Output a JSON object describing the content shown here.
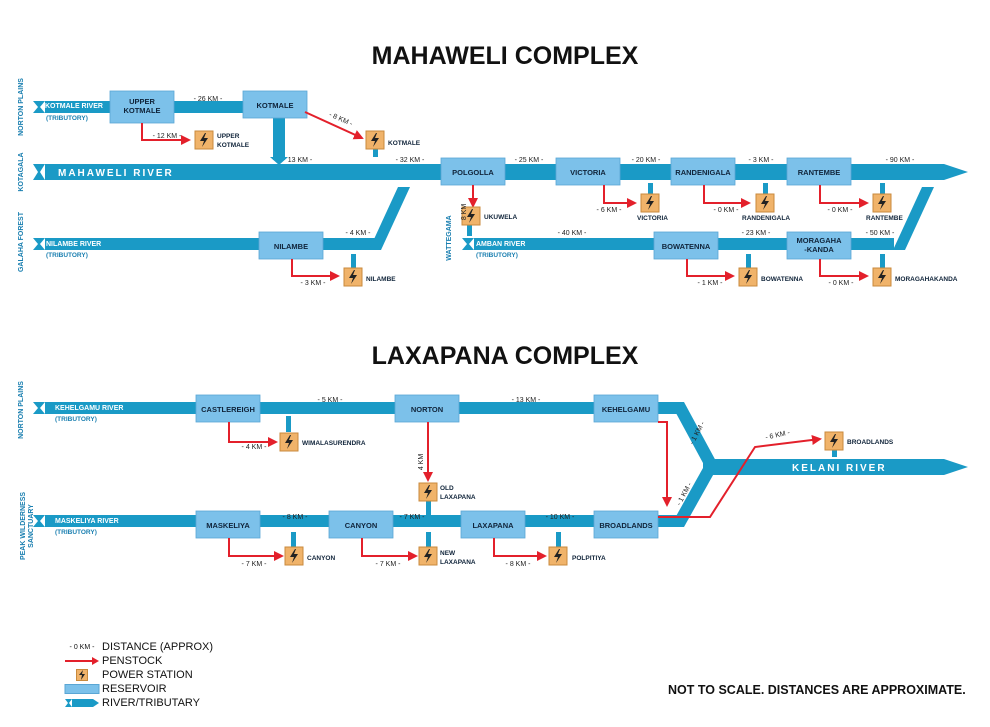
{
  "titles": {
    "mahaweli": "MAHAWELI COMPLEX",
    "laxapana": "LAXAPANA COMPLEX"
  },
  "colors": {
    "river": "#1a9ac6",
    "reservoir": "#7cc1ea",
    "penstock": "#e3202b",
    "power": "#f0b36a",
    "text_on_river": "#ffffff"
  },
  "mahaweli": {
    "side_labels": [
      "NORTON PLAINS",
      "KOTAGALA",
      "GALAHA FOREST",
      "WATTEGAMA"
    ],
    "rivers": [
      {
        "name": "KOTMALE RIVER",
        "sub": "(TRIBUTORY)"
      },
      {
        "name": "MAHAWELI RIVER"
      },
      {
        "name": "NILAMBE RIVER",
        "sub": "(TRIBUTORY)"
      },
      {
        "name": "AMBAN RIVER",
        "sub": "(TRIBUTORY)"
      }
    ],
    "reservoirs": [
      "UPPER KOTMALE",
      "KOTMALE",
      "POLGOLLA",
      "VICTORIA",
      "RANDENIGALA",
      "RANTEMBE",
      "NILAMBE",
      "BOWATENNA",
      "MORAGAHA -KANDA"
    ],
    "stations": [
      "UPPER KOTMALE",
      "KOTMALE",
      "UKUWELA",
      "VICTORIA",
      "RANDENIGALA",
      "RANTEMBE",
      "NILAMBE",
      "BOWATENNA",
      "MORAGAHAKANDA"
    ],
    "distances": [
      "- 26 KM -",
      "- 12 KM -",
      "- 8 KM -",
      "13 KM -",
      "- 32 KM -",
      "- 25 KM -",
      "- 20 KM -",
      "- 3 KM -",
      "- 90 KM -",
      "8 KM",
      "- 6 KM -",
      "- 0 KM -",
      "- 0 KM -",
      "- 4 KM -",
      "- 3 KM -",
      "- 40 KM -",
      "- 23 KM -",
      "- 50 KM -",
      "- 1 KM -",
      "- 0 KM -"
    ]
  },
  "laxapana": {
    "side_labels": [
      "NORTON PLAINS",
      "PEAK WILDERNESS SANCTUARY"
    ],
    "rivers": [
      {
        "name": "KEHELGAMU RIVER",
        "sub": "(TRIBUTORY)"
      },
      {
        "name": "MASKELIYA RIVER",
        "sub": "(TRIBUTORY)"
      },
      {
        "name": "KELANI RIVER"
      }
    ],
    "reservoirs": [
      "CASTLEREIGH",
      "NORTON",
      "KEHELGAMU",
      "MASKELIYA",
      "CANYON",
      "LAXAPANA",
      "BROADLANDS"
    ],
    "stations": [
      "WIMALASURENDRA",
      "OLD LAXAPANA",
      "CANYON",
      "NEW LAXAPANA",
      "POLPITIYA",
      "BROADLANDS"
    ],
    "distances": [
      "- 5 KM -",
      "- 13 KM -",
      "- 4 KM -",
      "4 KM",
      "- 1 KM -",
      "- 6 KM -",
      "- 8 KM -",
      "- 7 KM -",
      "- 10 KM -",
      "- 7 KM -",
      "- 7 KM -",
      "- 8 KM -",
      "- 1 KM -"
    ]
  },
  "legend": [
    {
      "symbol": "- 0 KM -",
      "label": "DISTANCE (APPROX)"
    },
    {
      "symbol": "penstock",
      "label": "PENSTOCK"
    },
    {
      "symbol": "power",
      "label": "POWER STATION"
    },
    {
      "symbol": "reservoir",
      "label": "RESERVOIR"
    },
    {
      "symbol": "river",
      "label": "RIVER/TRIBUTARY"
    }
  ],
  "note": "NOT TO SCALE. DISTANCES ARE APPROXIMATE."
}
